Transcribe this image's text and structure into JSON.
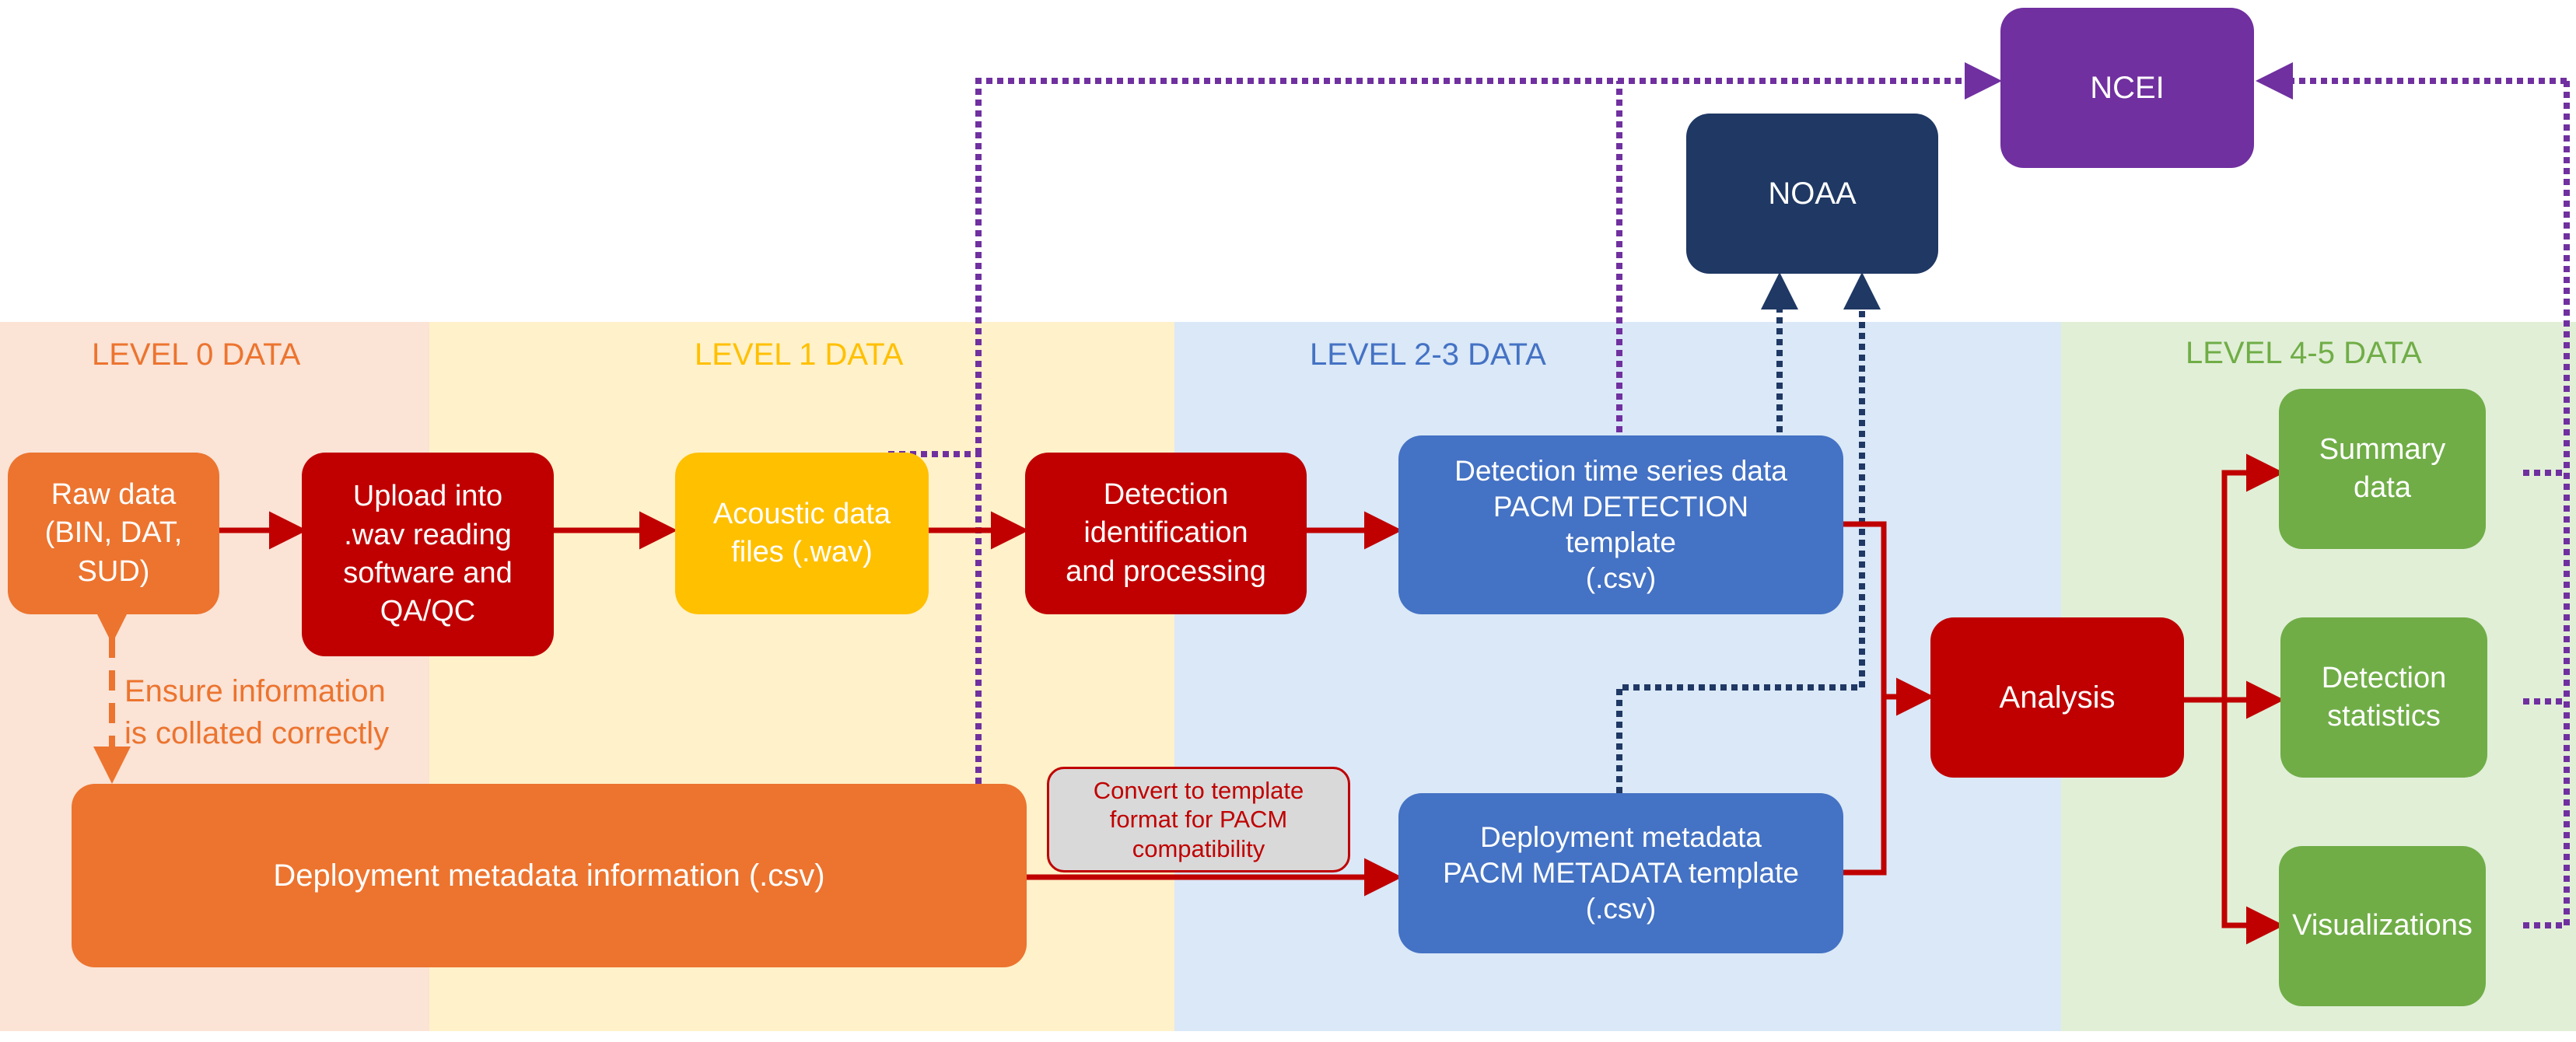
{
  "bands": {
    "level0": "LEVEL 0 DATA",
    "level1": "LEVEL 1 DATA",
    "level23": "LEVEL 2-3 DATA",
    "level45": "LEVEL 4-5 DATA"
  },
  "nodes": {
    "raw_data": [
      "Raw data",
      "(BIN, DAT,",
      "SUD)"
    ],
    "upload": [
      "Upload into",
      ".wav reading",
      "software and",
      "QA/QC"
    ],
    "acoustic": [
      "Acoustic data",
      "files (.wav)"
    ],
    "detection_id": [
      "Detection",
      "identification",
      "and processing"
    ],
    "detection_ts": [
      "Detection time series data",
      "PACM DETECTION",
      "template",
      "(.csv)"
    ],
    "deployment_meta": [
      "Deployment metadata",
      "PACM METADATA template",
      "(.csv)"
    ],
    "deployment_info": "Deployment metadata information (.csv)",
    "analysis": "Analysis",
    "summary": [
      "Summary",
      "data"
    ],
    "detection_stats": [
      "Detection",
      "statistics"
    ],
    "visualizations": "Visualizations",
    "noaa": "NOAA",
    "ncei": "NCEI"
  },
  "annotations": {
    "ensure": [
      "Ensure information",
      "is collated correctly"
    ],
    "convert": [
      "Convert to template",
      "format for PACM",
      "compatibility"
    ]
  },
  "colors": {
    "band0": "#fbe3d6",
    "band1": "#fff1c9",
    "band23": "#dae8f7",
    "band45": "#e1efd7",
    "orange": "#ec742f",
    "red": "#c00000",
    "gold": "#ffc000",
    "blue": "#4472c4",
    "green": "#70ad47",
    "navy": "#1f3864",
    "purple": "#7030a0"
  }
}
